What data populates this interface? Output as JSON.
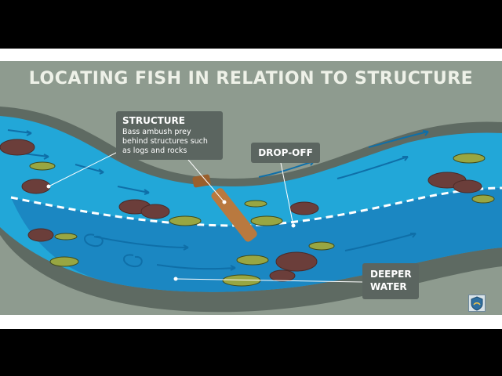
{
  "title": "LOCATING FISH IN RELATION TO STRUCTURE",
  "callouts": {
    "structure": {
      "heading": "STRUCTURE",
      "body_lines": [
        "Bass ambush prey",
        "behind structures such",
        "as logs and rocks"
      ]
    },
    "drop_off": {
      "heading": "DROP-OFF"
    },
    "deeper_water": {
      "heading_lines": [
        "DEEPER",
        "WATER"
      ]
    }
  },
  "colors": {
    "background": "#8e9b8f",
    "bank": "#5e6a62",
    "shallow_water": "#22a7d8",
    "deep_water": "#1b87c2",
    "callout": "#5b6560",
    "title_text": "#eef1e8"
  },
  "logo_icon": "agency-shield-icon"
}
